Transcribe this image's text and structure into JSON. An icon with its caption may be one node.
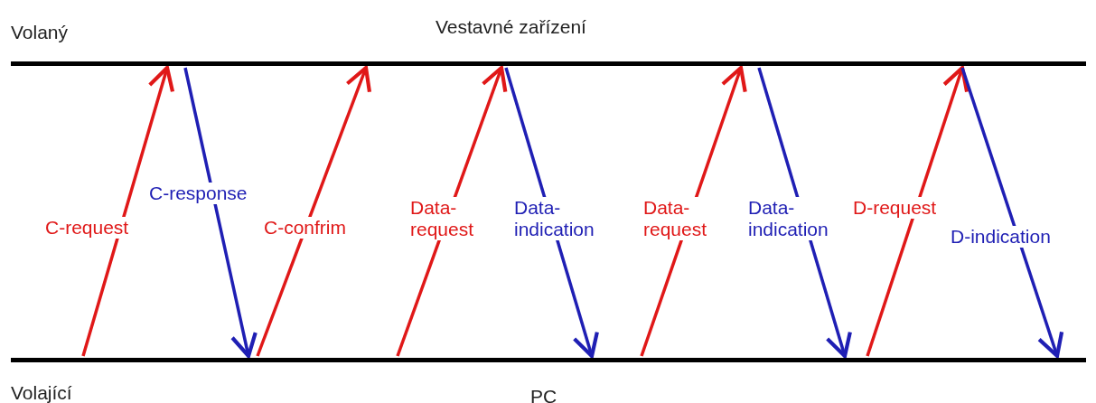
{
  "diagram": {
    "nodes": [
      {
        "text": [
          "Volaný",
          "Vestavné zařízení"
        ]
      },
      {
        "text": [
          "Volající",
          "PC"
        ]
      }
    ],
    "edges": [
      {
        "from": 1,
        "to": 0,
        "arrow": "to",
        "label": "C-request"
      },
      {
        "from": 0,
        "to": 1,
        "arrow": "to",
        "label": "C-response",
        "color": "#1f1fb4"
      },
      {
        "from": 1,
        "to": 0,
        "arrow": "to",
        "label": "C-confrim"
      },
      {
        "from": 1,
        "to": 0,
        "arrow": "to",
        "label": "Data- request"
      },
      {
        "from": 0,
        "to": 1,
        "arrow": "to",
        "label": "Data- indication",
        "color": "#1f1fb4"
      },
      {
        "from": 1,
        "to": 0,
        "arrow": "to",
        "label": "Data- request"
      },
      {
        "from": 0,
        "to": 1,
        "arrow": "to",
        "label": "Data- indication",
        "color": "#1f1fb4"
      },
      {
        "from": 1,
        "to": 0,
        "arrow": "to",
        "label": "D-request"
      },
      {
        "from": 0,
        "to": 1,
        "arrow": "to",
        "label": "D-indication",
        "color": "#1f1fb4"
      }
    ]
  }
}
